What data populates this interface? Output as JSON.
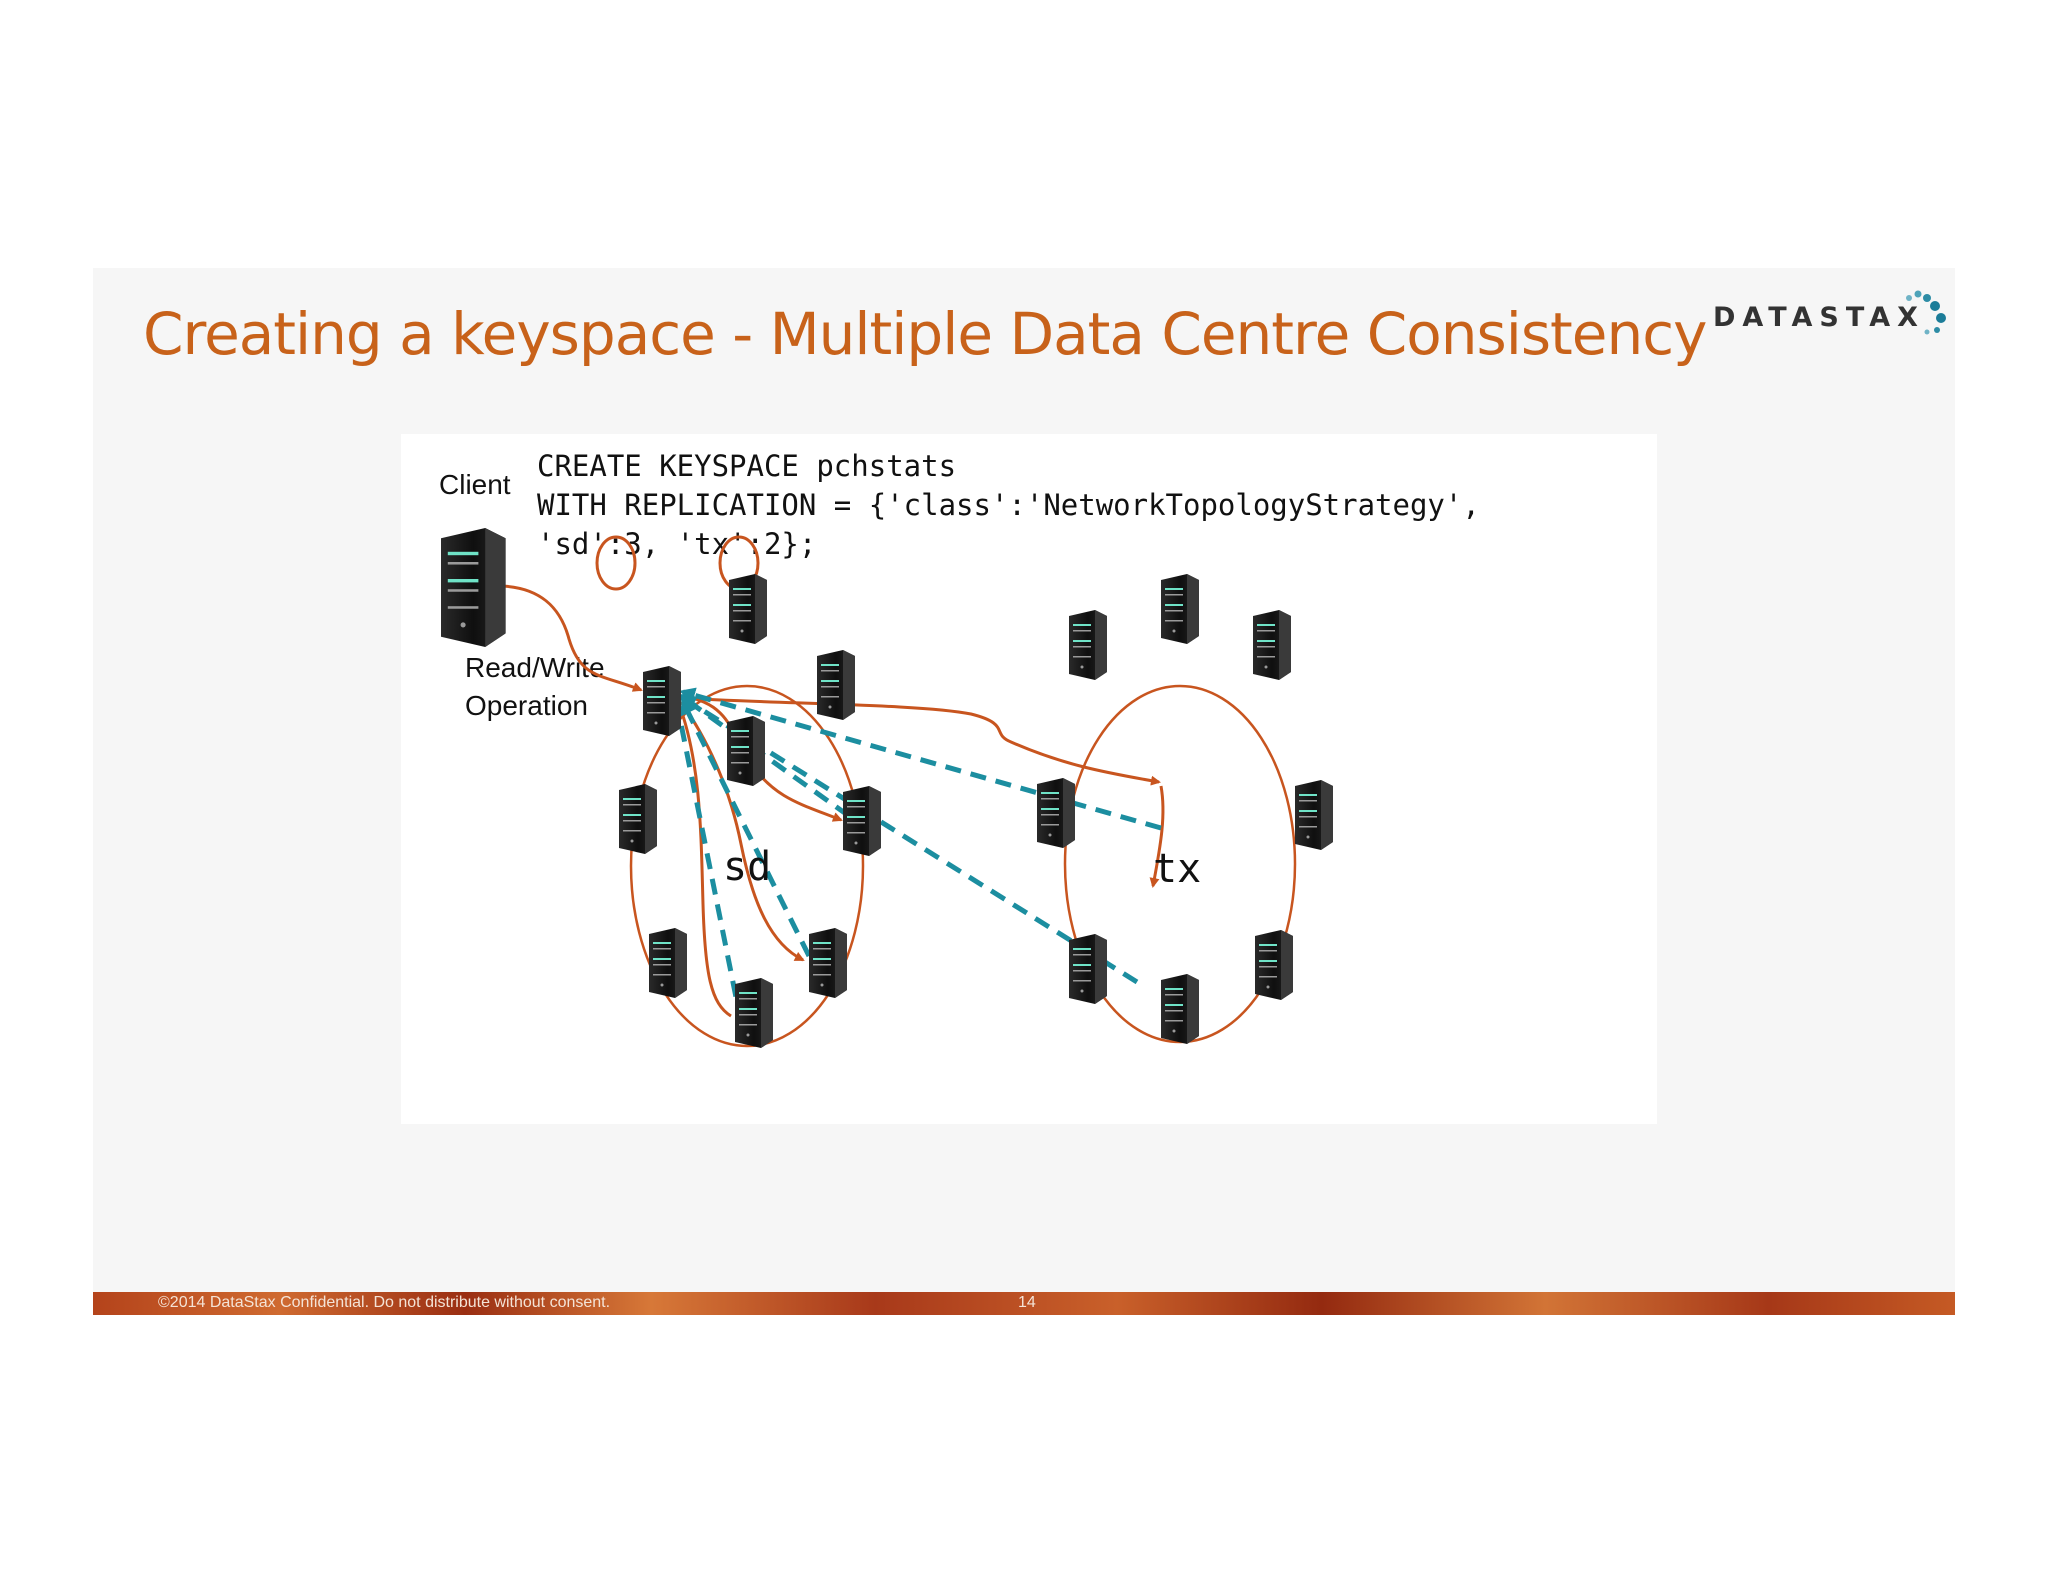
{
  "slide": {
    "title": "Creating a keyspace - Multiple Data Centre Consistency",
    "logo_text": "DATASTAX",
    "footer": {
      "copyright": "©2014 DataStax Confidential. Do not distribute without consent.",
      "page": "14"
    }
  },
  "diagram": {
    "client_label": "Client",
    "operation_label_line1": "Read/Write",
    "operation_label_line2": "Operation",
    "code_lines": [
      "CREATE KEYSPACE pchstats",
      "WITH REPLICATION = {'class':'NetworkTopologyStrategy',",
      "'sd':3, 'tx':2};"
    ],
    "datacenters": [
      {
        "name": "sd",
        "replication_factor": "3"
      },
      {
        "name": "tx",
        "replication_factor": "2"
      }
    ],
    "colors": {
      "title": "#c8621a",
      "ring_and_arrows": "#c8551f",
      "dashed_arrows": "#1c8ea0",
      "server": "#151515",
      "server_led": "#6fe3c7"
    },
    "icons": [
      "server-icon",
      "datastax-logo"
    ]
  }
}
